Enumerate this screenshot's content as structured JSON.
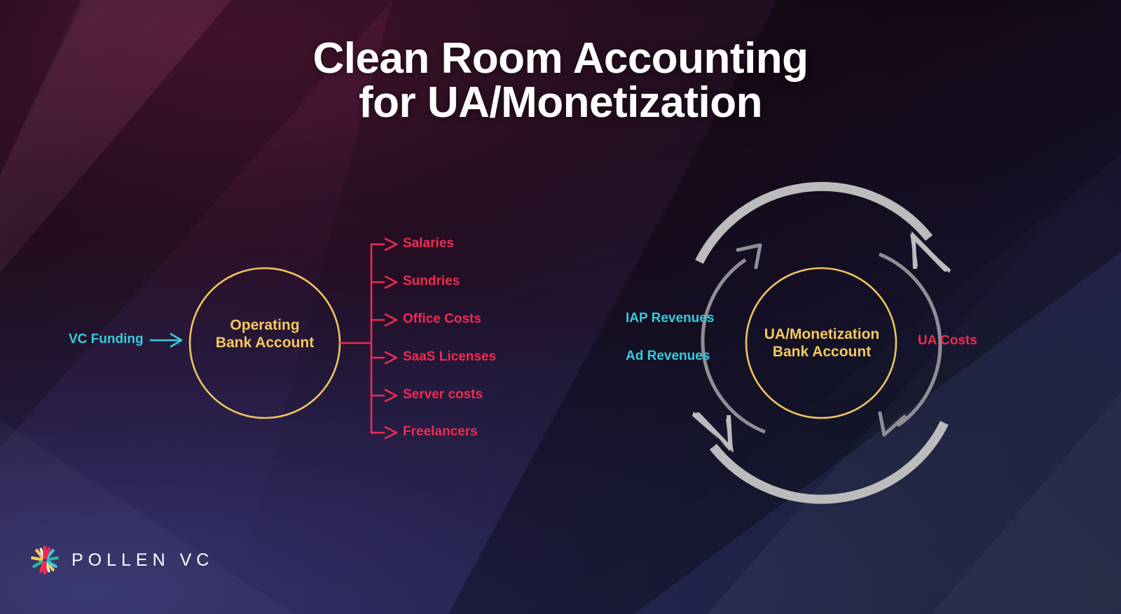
{
  "title": {
    "line1": "Clean Room Accounting",
    "line2": "for UA/Monetization"
  },
  "colors": {
    "gold": "#f6c85c",
    "cyan": "#34cddd",
    "red": "#ef2b50",
    "arrow_gray": "#b6b6b6",
    "title_white": "#ffffff",
    "bg_plum": "#2a1026",
    "bg_indigo": "#343470",
    "bg_navy": "#1a223e"
  },
  "operating": {
    "node_line1": "Operating",
    "node_line2": "Bank Account",
    "inflow_label": "VC Funding",
    "expenses": [
      "Salaries",
      "Sundries",
      "Office Costs",
      "SaaS Licenses",
      "Server costs",
      "Freelancers"
    ]
  },
  "monetization": {
    "node_line1": "UA/Monetization",
    "node_line2": "Bank Account",
    "inflow_labels": [
      "IAP Revenues",
      "Ad Revenues"
    ],
    "outflow_label": "UA Costs"
  },
  "logo": {
    "wordmark": "POLLEN VC",
    "mark_name": "pollen-starburst-icon",
    "mark_colors": [
      "#ef2b50",
      "#f6c85c",
      "#34cddd",
      "#2bb5a0",
      "#f2f2f2"
    ]
  }
}
